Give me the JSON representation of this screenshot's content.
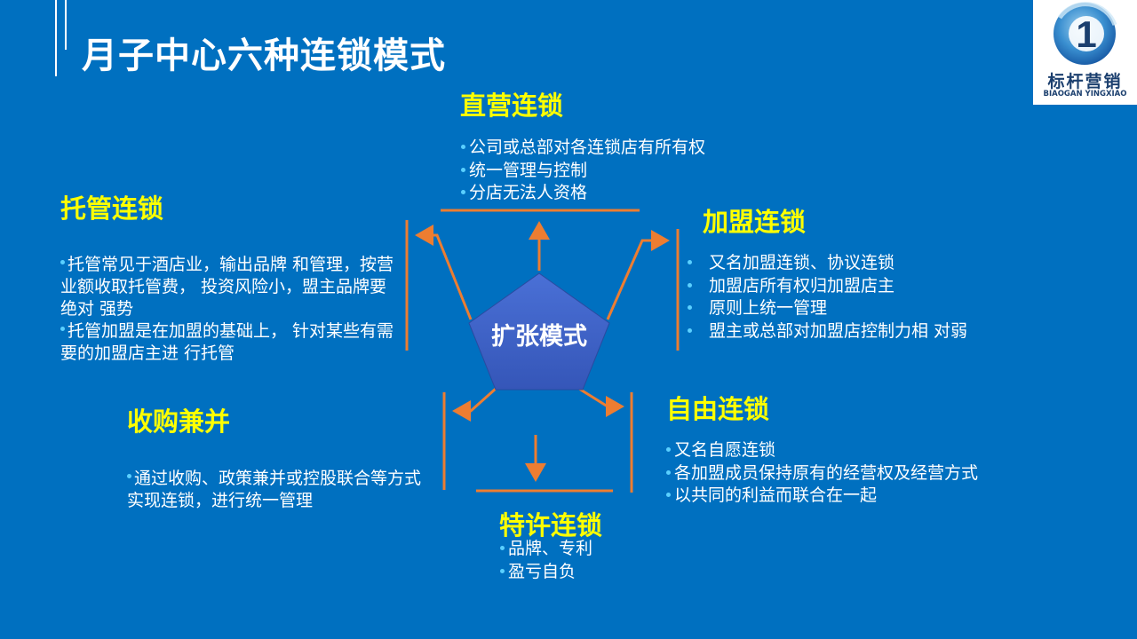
{
  "title": "月子中心六种连锁模式",
  "logo": {
    "digit": "1",
    "name": "标杆营销",
    "subtitle": "BIAOGAN YINGXIAO"
  },
  "center": {
    "label": "扩张模式"
  },
  "direct": {
    "heading": "直营连锁",
    "items": [
      "公司或总部对各连锁店有所有权",
      "统一管理与控制",
      "分店无法人资格"
    ]
  },
  "franchise": {
    "heading": "加盟连锁",
    "items": [
      "又名加盟连锁、协议连锁",
      "加盟店所有权归加盟店主",
      "原则上统一管理",
      "盟主或总部对加盟店控制力相 对弱"
    ]
  },
  "managed": {
    "heading": "托管连锁",
    "items": [
      "托管常见于酒店业，输出品牌 和管理，按营业额收取托管费， 投资风险小，盟主品牌要绝对 强势",
      "托管加盟是在加盟的基础上， 针对某些有需要的加盟店主进 行托管"
    ]
  },
  "acquisition": {
    "heading": "收购兼并",
    "items": [
      "通过收购、政策兼并或控股联合等方式实现连锁，进行统一管理"
    ]
  },
  "voluntary": {
    "heading": "自由连锁",
    "items": [
      "又名自愿连锁",
      "各加盟成员保持原有的经营权及经营方式",
      "以共同的利益而联合在一起"
    ]
  },
  "licensed": {
    "heading": "特许连锁",
    "items": [
      "品牌、专利",
      "盈亏自负"
    ]
  },
  "colors": {
    "background": "#0070c0",
    "heading": "#ffff00",
    "connector": "#ed7d31",
    "pentagon": "#3f63c9",
    "bullet": "#5ad0ff",
    "logo_text": "#1b3f6e"
  }
}
